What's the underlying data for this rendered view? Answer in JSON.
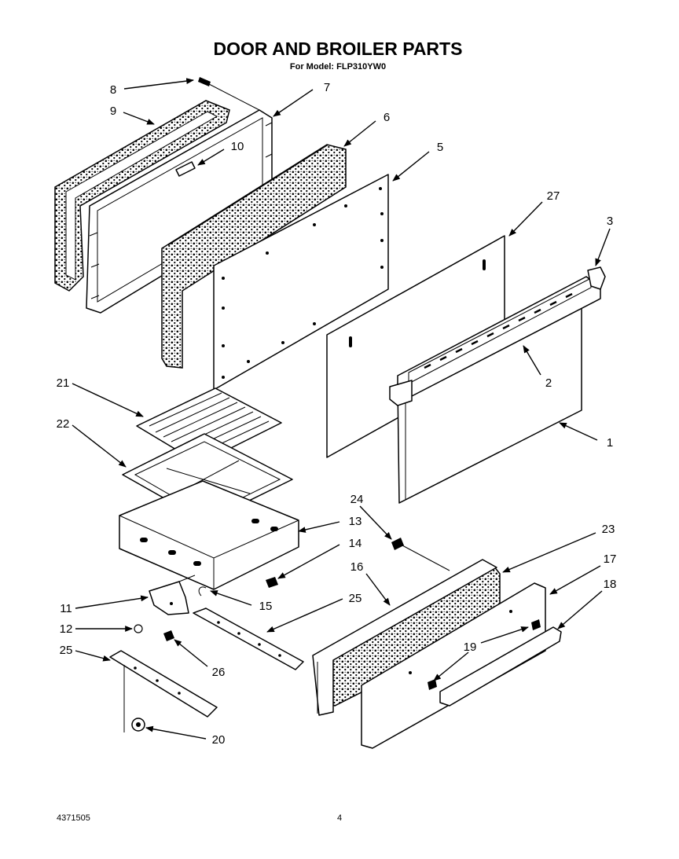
{
  "title": "DOOR AND BROILER PARTS",
  "subtitle": "For Model: FLP310YW0",
  "footer": {
    "part_number": "4371505",
    "page": "4"
  },
  "callouts": {
    "c1": "1",
    "c2": "2",
    "c3": "3",
    "c5": "5",
    "c6": "6",
    "c7": "7",
    "c8": "8",
    "c9": "9",
    "c10": "10",
    "c11": "11",
    "c12": "12",
    "c13": "13",
    "c14": "14",
    "c15": "15",
    "c16": "16",
    "c17": "17",
    "c18": "18",
    "c19": "19",
    "c20": "20",
    "c21": "21",
    "c22": "22",
    "c23": "23",
    "c24": "24",
    "c25a": "25",
    "c25b": "25",
    "c26": "26",
    "c27": "27"
  }
}
